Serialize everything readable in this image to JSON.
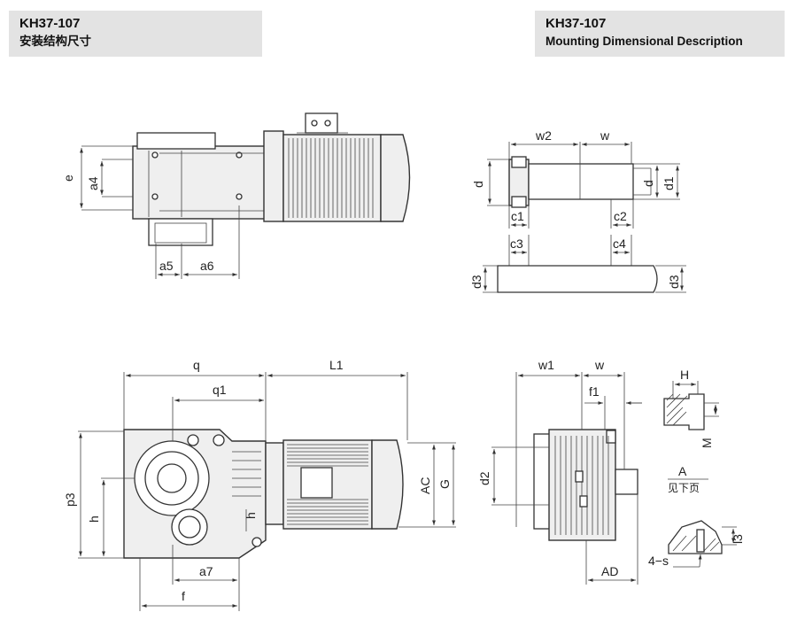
{
  "header_left": {
    "model": "KH37-107",
    "subtitle": "安装结构尺寸"
  },
  "header_right": {
    "model": "KH37-107",
    "subtitle": "Mounting Dimensional Description"
  },
  "top_view_labels": {
    "e": "e",
    "a4": "a4",
    "a5": "a5",
    "a6": "a6"
  },
  "shaft_labels": {
    "w2": "w2",
    "w": "w",
    "d": "d",
    "d_right": "d",
    "d1": "d1",
    "c1": "c1",
    "c2": "c2",
    "c3": "c3",
    "c4": "c4",
    "d3_left": "d3",
    "d3_right": "d3"
  },
  "front_view_labels": {
    "q": "q",
    "L1": "L1",
    "q1": "q1",
    "p3": "p3",
    "h": "h",
    "h_small": "h",
    "AC": "AC",
    "G": "G",
    "a7": "a7",
    "f": "f"
  },
  "side_view_labels": {
    "w1": "w1",
    "w": "w",
    "f1": "f1",
    "d2": "d2",
    "AD": "AD"
  },
  "detail_labels": {
    "H": "H",
    "M": "M",
    "A": "A",
    "see_next_page": "见下页",
    "l3": "l3",
    "four_s": "4−s"
  }
}
